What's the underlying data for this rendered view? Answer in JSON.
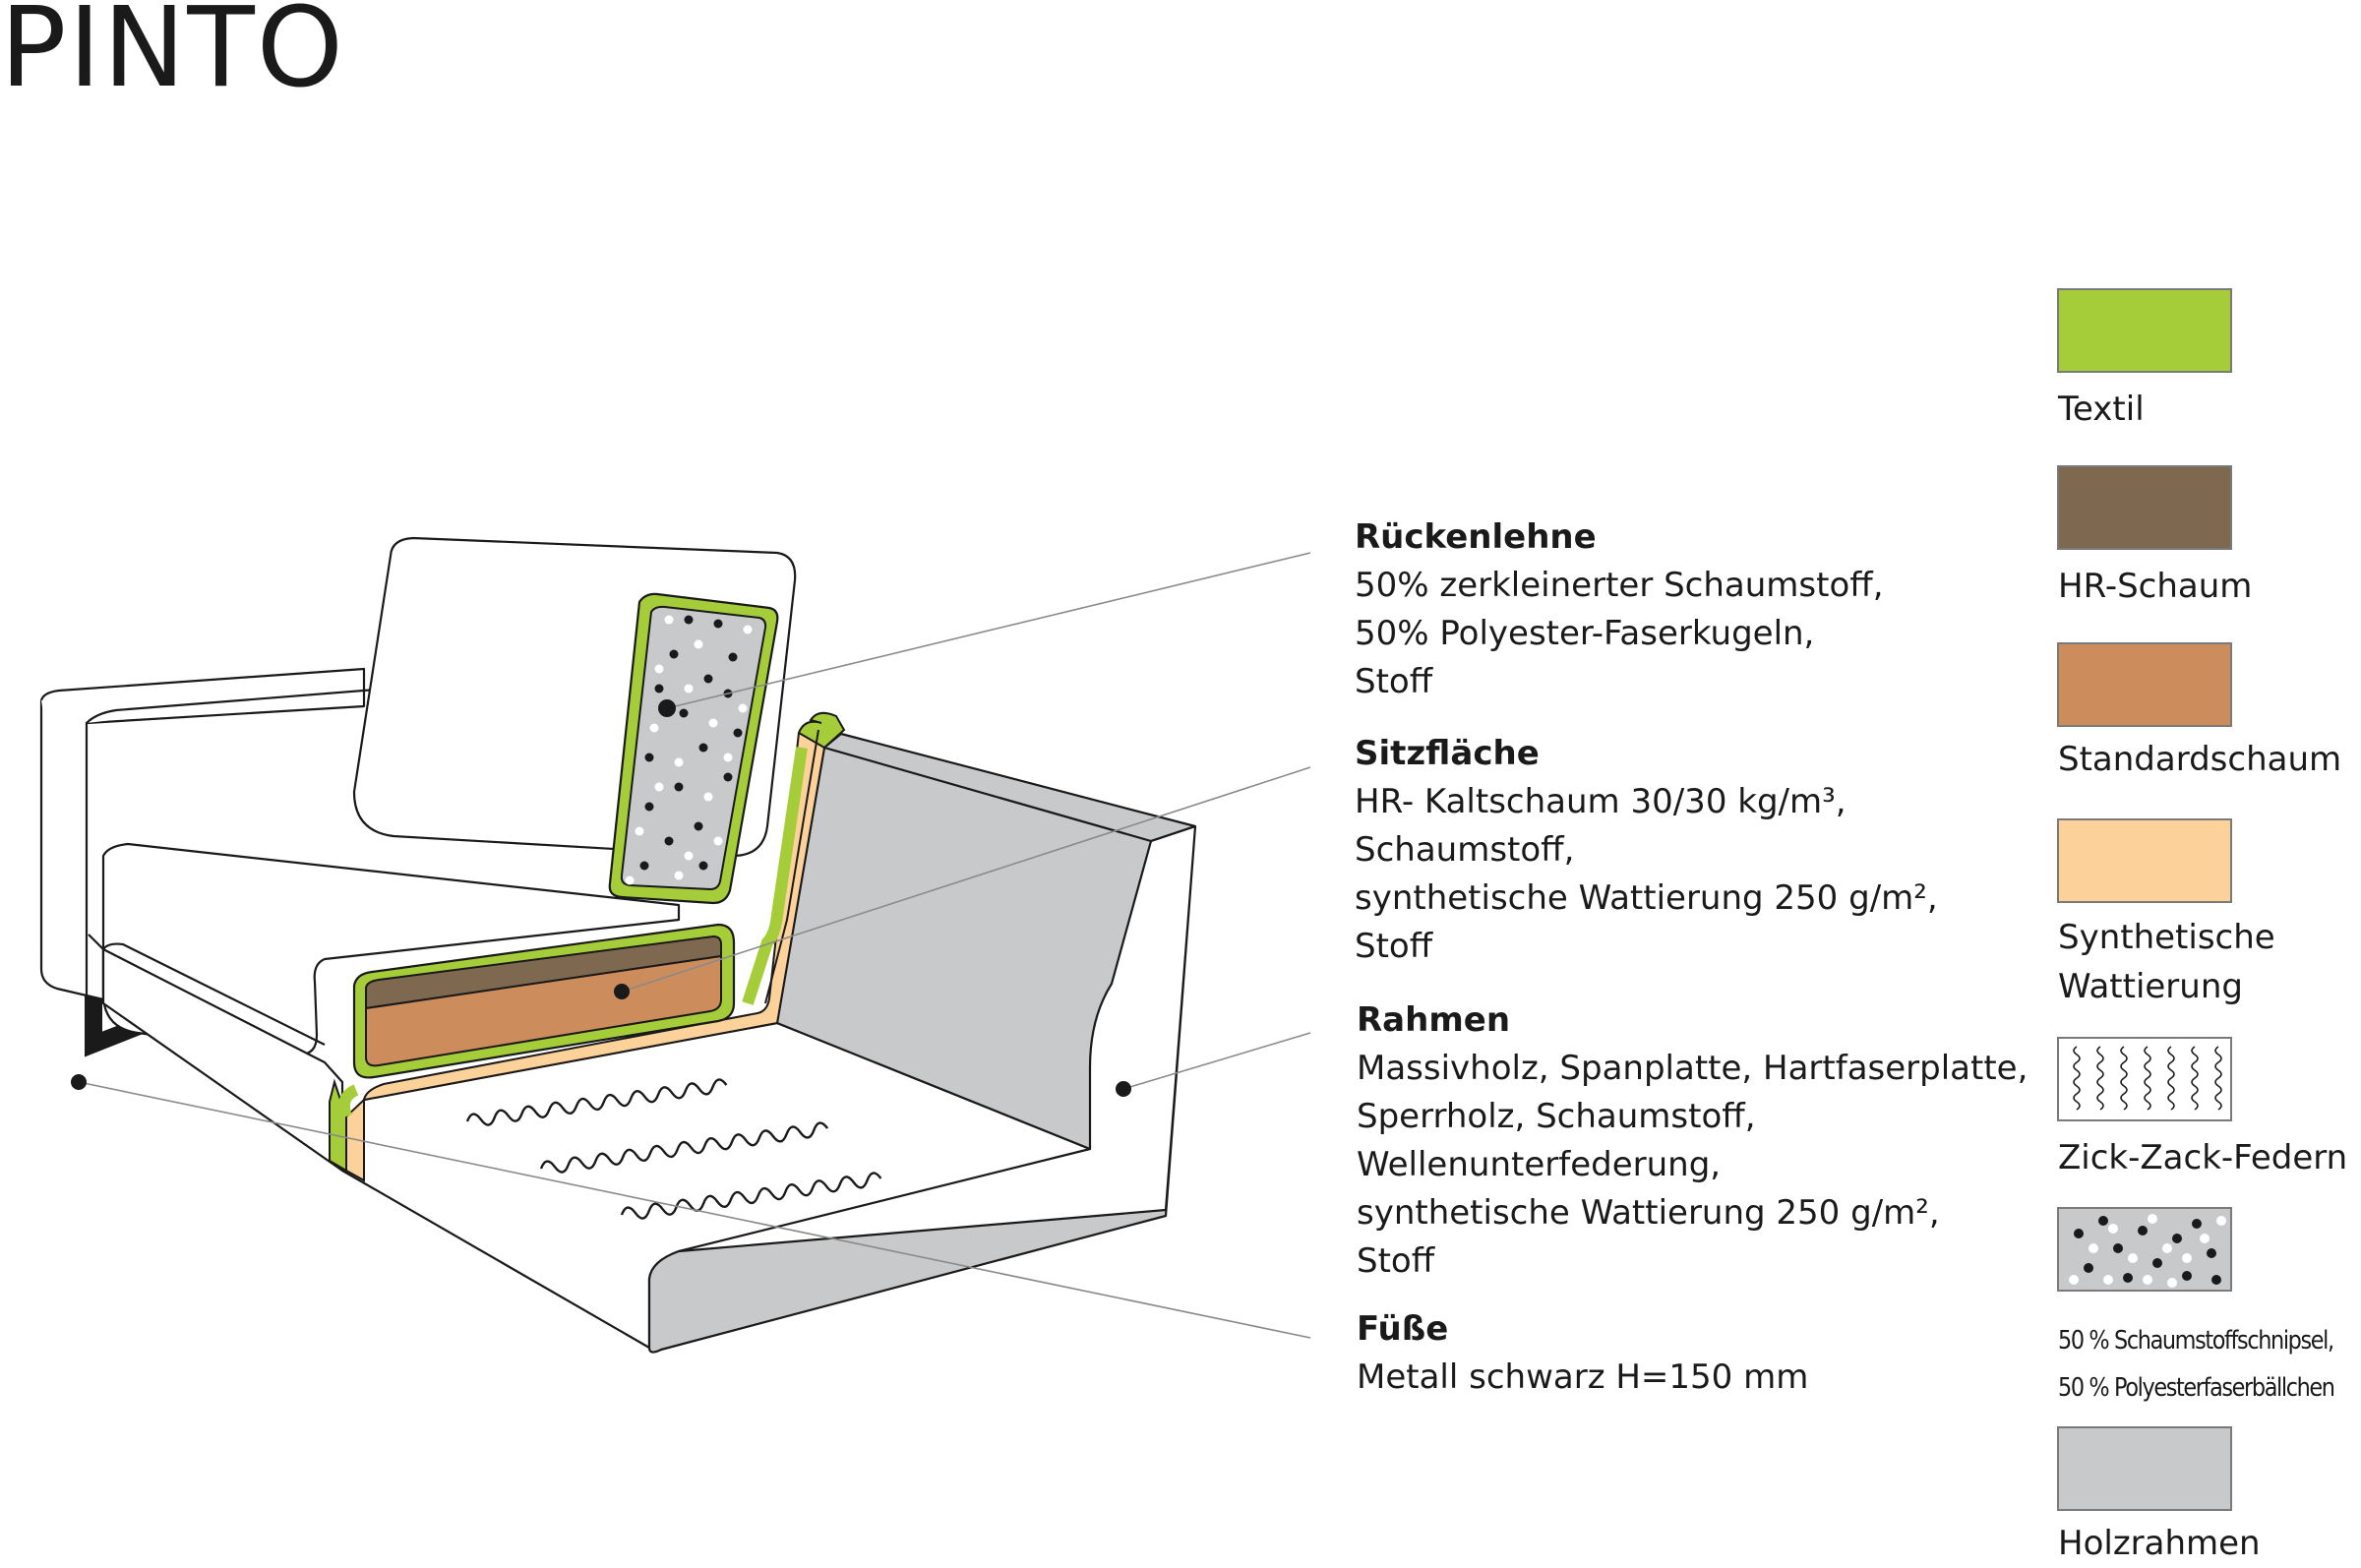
{
  "title": "PINTO",
  "callouts": [
    {
      "id": "rueckenlehne",
      "heading": "Rückenlehne",
      "lines": [
        "50% zerkleinerter Schaumstoff,",
        "50% Polyester-Faserkugeln,",
        "Stoff"
      ]
    },
    {
      "id": "sitzflaeche",
      "heading": "Sitzfläche",
      "lines": [
        "HR- Kaltschaum 30/30 kg/m³,",
        "Schaumstoff,",
        "synthetische Wattierung 250 g/m²,",
        "Stoff"
      ]
    },
    {
      "id": "rahmen",
      "heading": "Rahmen",
      "lines": [
        "Massivholz, Spanplatte, Hartfaserplatte,",
        "Sperrholz, Schaumstoff,",
        "Wellenunterfederung,",
        "synthetische Wattierung 250 g/m²,",
        "Stoff"
      ]
    },
    {
      "id": "fuesse",
      "heading": "Füße",
      "lines": [
        "Metall schwarz H=150 mm"
      ]
    }
  ],
  "legend": [
    {
      "id": "textil",
      "label": "Textil",
      "color": "#a4cd39",
      "pattern": "solid"
    },
    {
      "id": "hr-schaum",
      "label": "HR-Schaum",
      "color": "#7e6950",
      "pattern": "solid"
    },
    {
      "id": "standardschaum",
      "label": "Standardschaum",
      "color": "#cc8c5b",
      "pattern": "solid"
    },
    {
      "id": "synthetische-wattierung",
      "label": "Synthetische Wattierung",
      "lines": [
        "Synthetische",
        "Wattierung"
      ],
      "color": "#fdd19a",
      "pattern": "solid"
    },
    {
      "id": "zick-zack-federn",
      "label": "Zick-Zack-Federn",
      "color": "#ffffff",
      "pattern": "springs"
    },
    {
      "id": "schaumstoffschnipsel",
      "label": "50 % Schaumstoffschnipsel, 50 % Polyesterfaserbällchen",
      "lines": [
        "50 % Schaumstoffschnipsel,",
        "50 % Polyesterfaserbällchen"
      ],
      "color": "#c8c9ca",
      "pattern": "dots"
    },
    {
      "id": "holzrahmen",
      "label": "Holzrahmen",
      "color": "#c8c9ca",
      "pattern": "solid"
    }
  ],
  "colors": {
    "outline": "#1a1a1a",
    "leader": "#8a8a8a",
    "textil": "#a4cd39",
    "hr_schaum": "#7e6950",
    "standardschaum": "#cc8c5b",
    "wattierung": "#fdd19a",
    "holzrahmen": "#c8c9ca",
    "feet": "#1a1a1a"
  }
}
